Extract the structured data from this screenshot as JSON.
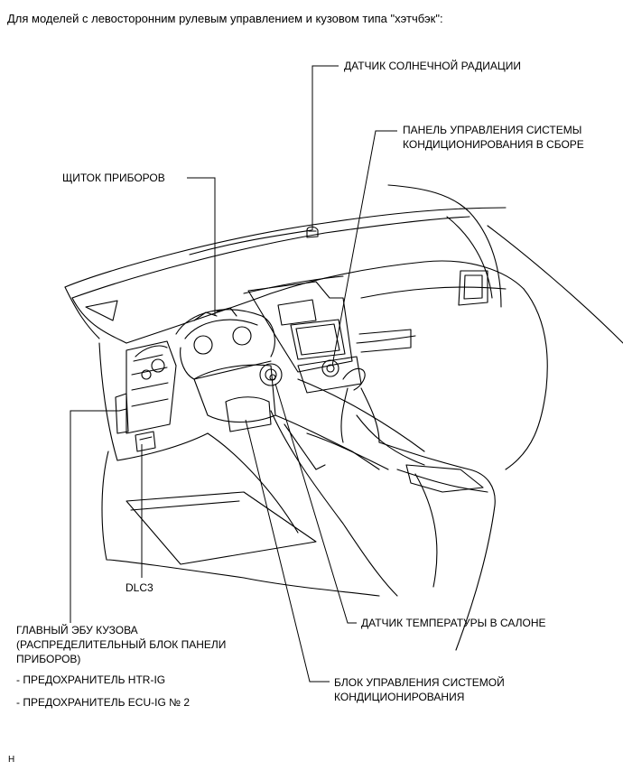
{
  "heading": "Для моделей с левосторонним рулевым управлением и кузовом типа \"хэтчбэк\":",
  "labels": {
    "solar_sensor": "ДАТЧИК СОЛНЕЧНОЙ РАДИАЦИИ",
    "ac_panel_line1": "ПАНЕЛЬ УПРАВЛЕНИЯ СИСТЕМЫ",
    "ac_panel_line2": "КОНДИЦИОНИРОВАНИЯ В СБОРЕ",
    "combination_meter": "ЩИТОК ПРИБОРОВ",
    "dlc3": "DLC3",
    "main_body_ecu_line1": "ГЛАВНЫЙ ЭБУ КУЗОВА",
    "main_body_ecu_line2": "(РАСПРЕДЕЛИТЕЛЬНЫЙ БЛОК ПАНЕЛИ",
    "main_body_ecu_line3": "ПРИБОРОВ)",
    "fuse_htr": "- ПРЕДОХРАНИТЕЛЬ HTR-IG",
    "fuse_ecu": "- ПРЕДОХРАНИТЕЛЬ ECU-IG № 2",
    "room_temp_sensor": "ДАТЧИК ТЕМПЕРАТУРЫ В САЛОНЕ",
    "ac_amplifier_line1": "БЛОК УПРАВЛЕНИЯ СИСТЕМОЙ",
    "ac_amplifier_line2": "КОНДИЦИОНИРОВАНИЯ"
  },
  "footer_code": "H"
}
